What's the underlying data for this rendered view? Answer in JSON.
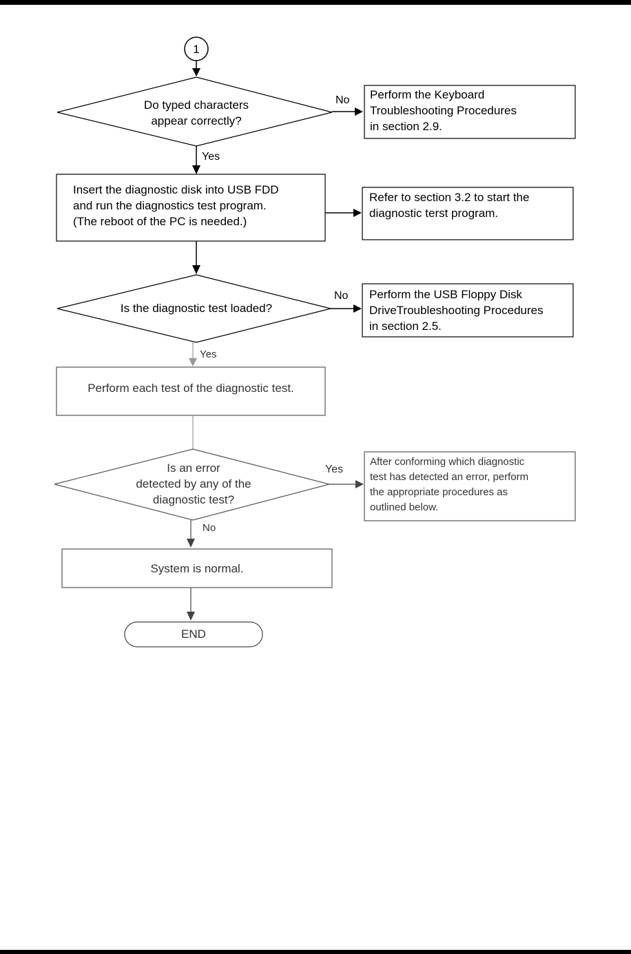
{
  "connector": {
    "label": "1"
  },
  "decisions": [
    {
      "text": "Do typed characters\nappear correctly?",
      "no_label": "No",
      "yes_label": "Yes"
    },
    {
      "text": "Is the diagnostic test loaded?",
      "no_label": "No",
      "yes_label": "Yes"
    },
    {
      "text": "Is an error\ndetected by any of the\ndiagnostic test?",
      "yes_label": "Yes",
      "no_label": "No"
    }
  ],
  "processes": [
    {
      "text": "Insert the diagnostic disk into USB FDD\nand run the diagnostics test program.\n(The reboot of the PC is needed.)"
    },
    {
      "text": "Perform each test of the diagnostic test."
    },
    {
      "text": "System is normal."
    }
  ],
  "side_boxes": [
    {
      "text": "Perform the Keyboard\nTroubleshooting Procedures\nin section 2.9."
    },
    {
      "text": "Refer to section 3.2 to start the\ndiagnostic terst program."
    },
    {
      "text": "Perform the USB Floppy Disk\nDriveTroubleshooting Procedures\nin section 2.5."
    },
    {
      "text": "After conforming which diagnostic\ntest has detected an error, perform\nthe appropriate procedures as\noutlined below."
    }
  ],
  "terminator": {
    "label": "END"
  }
}
